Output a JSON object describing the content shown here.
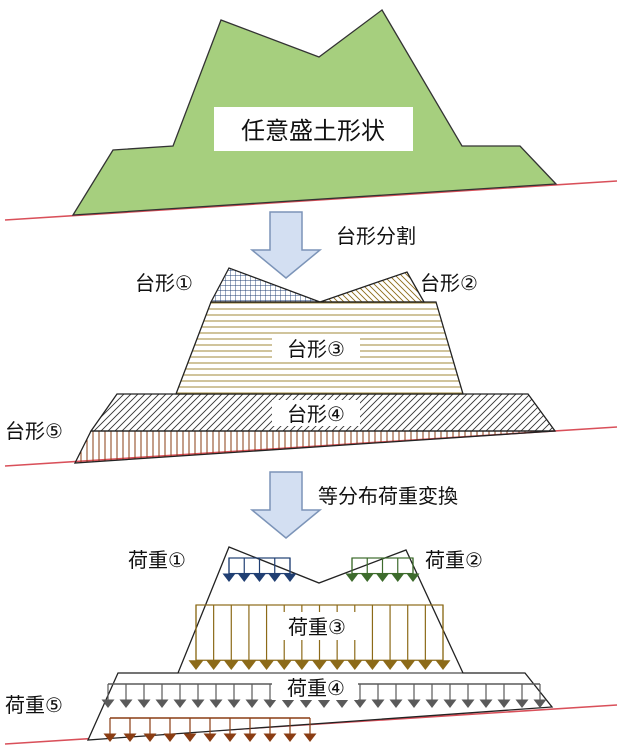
{
  "title_box": "任意盛土形状",
  "step1": "台形分割",
  "step2": "等分布荷重変換",
  "trap_labels": [
    "台形①",
    "台形②",
    "台形③",
    "台形④",
    "台形⑤"
  ],
  "load_labels": [
    "荷重①",
    "荷重②",
    "荷重③",
    "荷重④",
    "荷重⑤"
  ],
  "colors": {
    "fill_green": "#a6cf7e",
    "ground_line": "#d9505a",
    "arrow_fill": "#d3dff2",
    "arrow_stroke": "#7c94b8",
    "load1": "#203f73",
    "load2": "#3d6b2c",
    "load3": "#8c6a18",
    "load4": "#5a5a5a",
    "load5": "#8a3d13"
  }
}
